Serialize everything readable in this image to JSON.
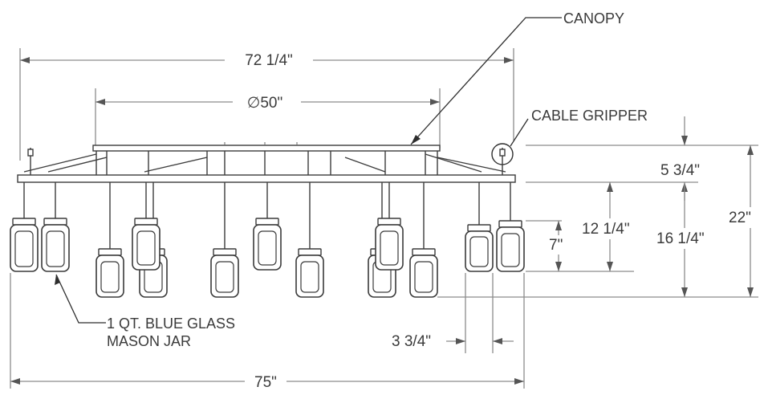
{
  "callouts": {
    "canopy": "CANOPY",
    "cable_gripper": "CABLE GRIPPER",
    "jar_line1": "1 QT. BLUE GLASS",
    "jar_line2": "MASON JAR"
  },
  "dimensions": {
    "overall_canopy_width": "72 1/4\"",
    "canopy_diameter": "∅50\"",
    "overall_width": "75\"",
    "frame_height": "5 3/4\"",
    "drop_short": "12 1/4\"",
    "drop_long": "16 1/4\"",
    "overall_height": "22\"",
    "jar_height": "7\"",
    "jar_width": "3 3/4\""
  },
  "colors": {
    "line": "#3c3c3c",
    "dimension": "#8c8c8c",
    "text": "#3a3a3a"
  },
  "icons": {
    "cable_gripper_marker": "circle-marker-icon"
  }
}
